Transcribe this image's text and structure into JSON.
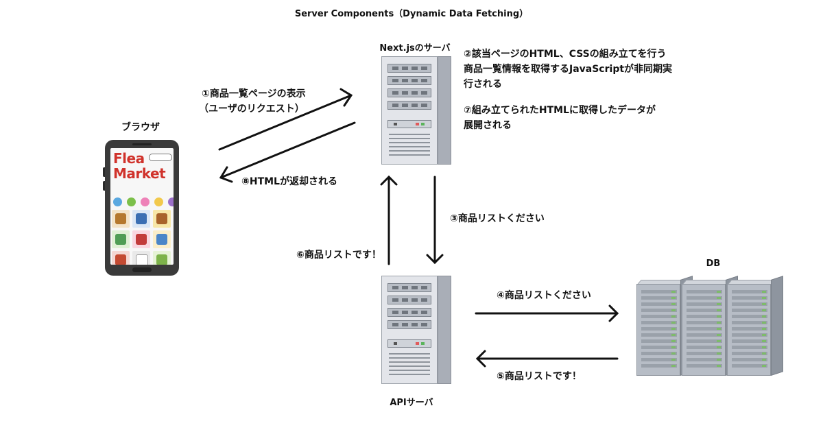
{
  "title": "Server Components（Dynamic Data Fetching）",
  "nodes": {
    "browser": {
      "label": "ブラウザ",
      "app_logo_line1": "Flea",
      "app_logo_line2": "Market"
    },
    "next_server": {
      "label": "Next.jsのサーバ"
    },
    "api_server": {
      "label": "APIサーバ"
    },
    "db": {
      "label": "DB"
    }
  },
  "steps": {
    "s1_line1": "①商品一覧ページの表示",
    "s1_line2": "（ユーザのリクエスト）",
    "s2_line1": "②該当ページのHTML、CSSの組み立てを行う",
    "s2_line2": "商品一覧情報を取得するJavaScriptが非同期実",
    "s2_line3": "行される",
    "s3": "③商品リストください",
    "s4": "④商品リストください",
    "s5": "⑤商品リストです！",
    "s6": "⑥商品リストです！",
    "s7_line1": "⑦組み立てられたHTMLに取得したデータが",
    "s7_line2": "展開される",
    "s8": "⑧HTMLが返却される"
  },
  "colors": {
    "arrow": "#111111",
    "logo_red": "#d0322b",
    "dots": [
      "#5aa8e0",
      "#7cc04a",
      "#ee82b8",
      "#f2c94c",
      "#9b6fc9"
    ]
  },
  "icons": [
    "smartphone-icon",
    "server-tower-icon",
    "db-rack-icon",
    "arrow-icon"
  ]
}
